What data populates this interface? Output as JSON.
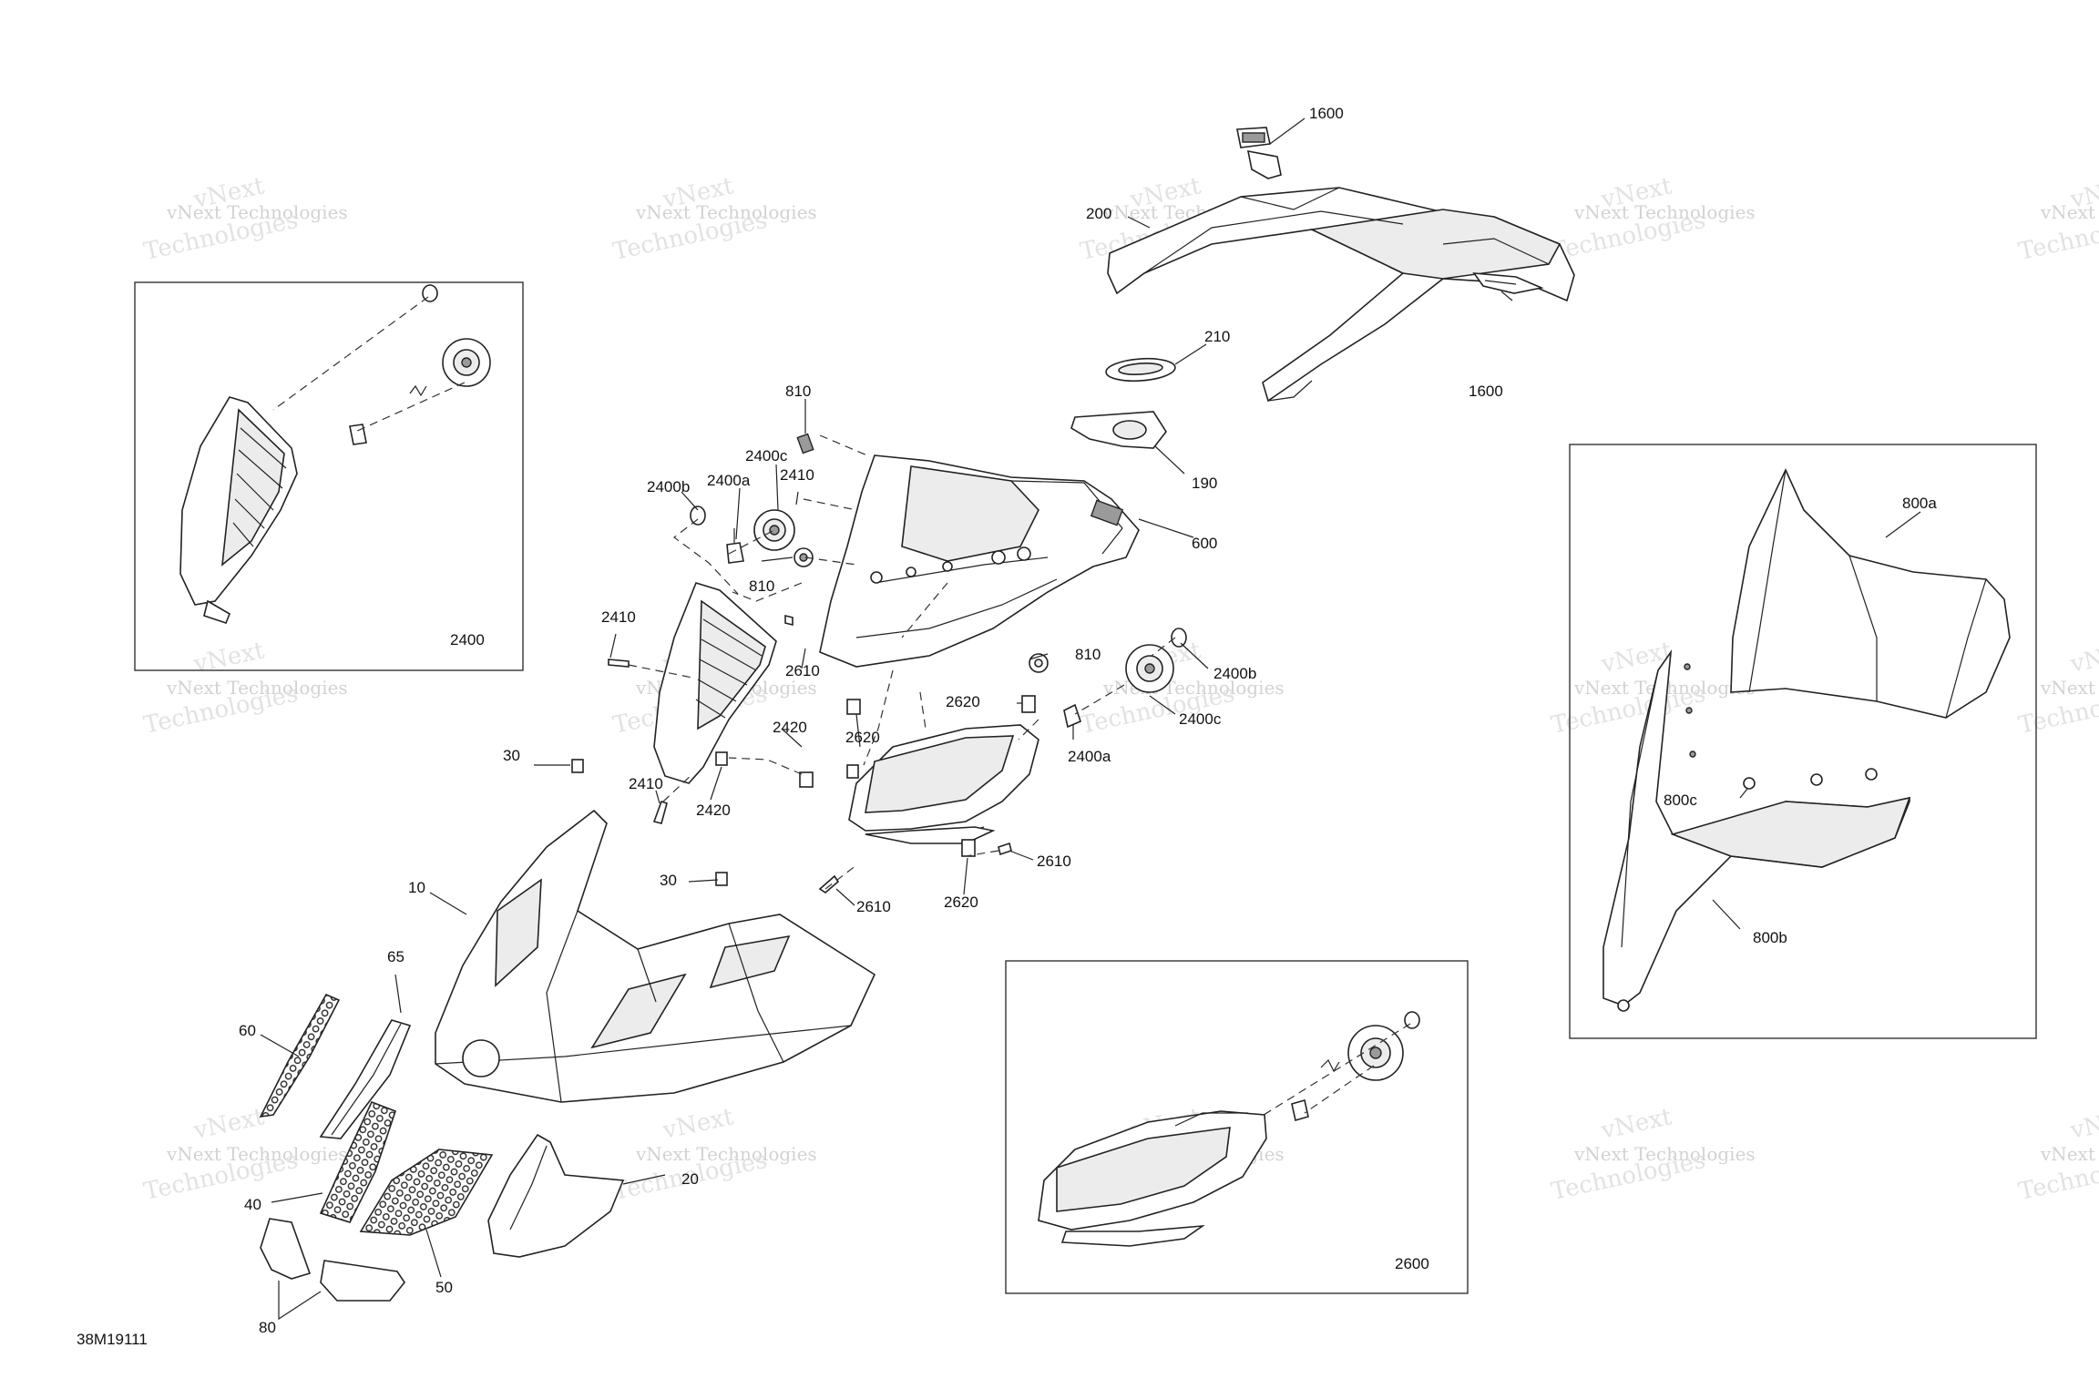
{
  "diagram": {
    "code": "38M19111",
    "watermark": {
      "line1": "vNext Technologies",
      "line2": "Technologies",
      "small": "vNext"
    },
    "labels": {
      "l1600a": "1600",
      "l200": "200",
      "l1600b": "1600",
      "l210": "210",
      "l190": "190",
      "l600": "600",
      "l810a": "810",
      "l810b": "810",
      "l810c": "810",
      "l2400b_a": "2400b",
      "l2400a_a": "2400a",
      "l2400c_a": "2400c",
      "l2410a": "2410",
      "l2410b": "2410",
      "l2410c": "2410",
      "l2610a": "2610",
      "l2610b": "2610",
      "l2610c": "2610",
      "l2620a": "2620",
      "l2620b": "2620",
      "l2620c": "2620",
      "l2420a": "2420",
      "l2420b": "2420",
      "l2400b_b": "2400b",
      "l2400c_b": "2400c",
      "l2400a_b": "2400a",
      "l30a": "30",
      "l30b": "30",
      "l10": "10",
      "l65": "65",
      "l60": "60",
      "l40": "40",
      "l50": "50",
      "l20": "20",
      "l80": "80",
      "l800a": "800a",
      "l800b": "800b",
      "l800c": "800c",
      "l2400box": "2400",
      "l2600box": "2600"
    }
  }
}
